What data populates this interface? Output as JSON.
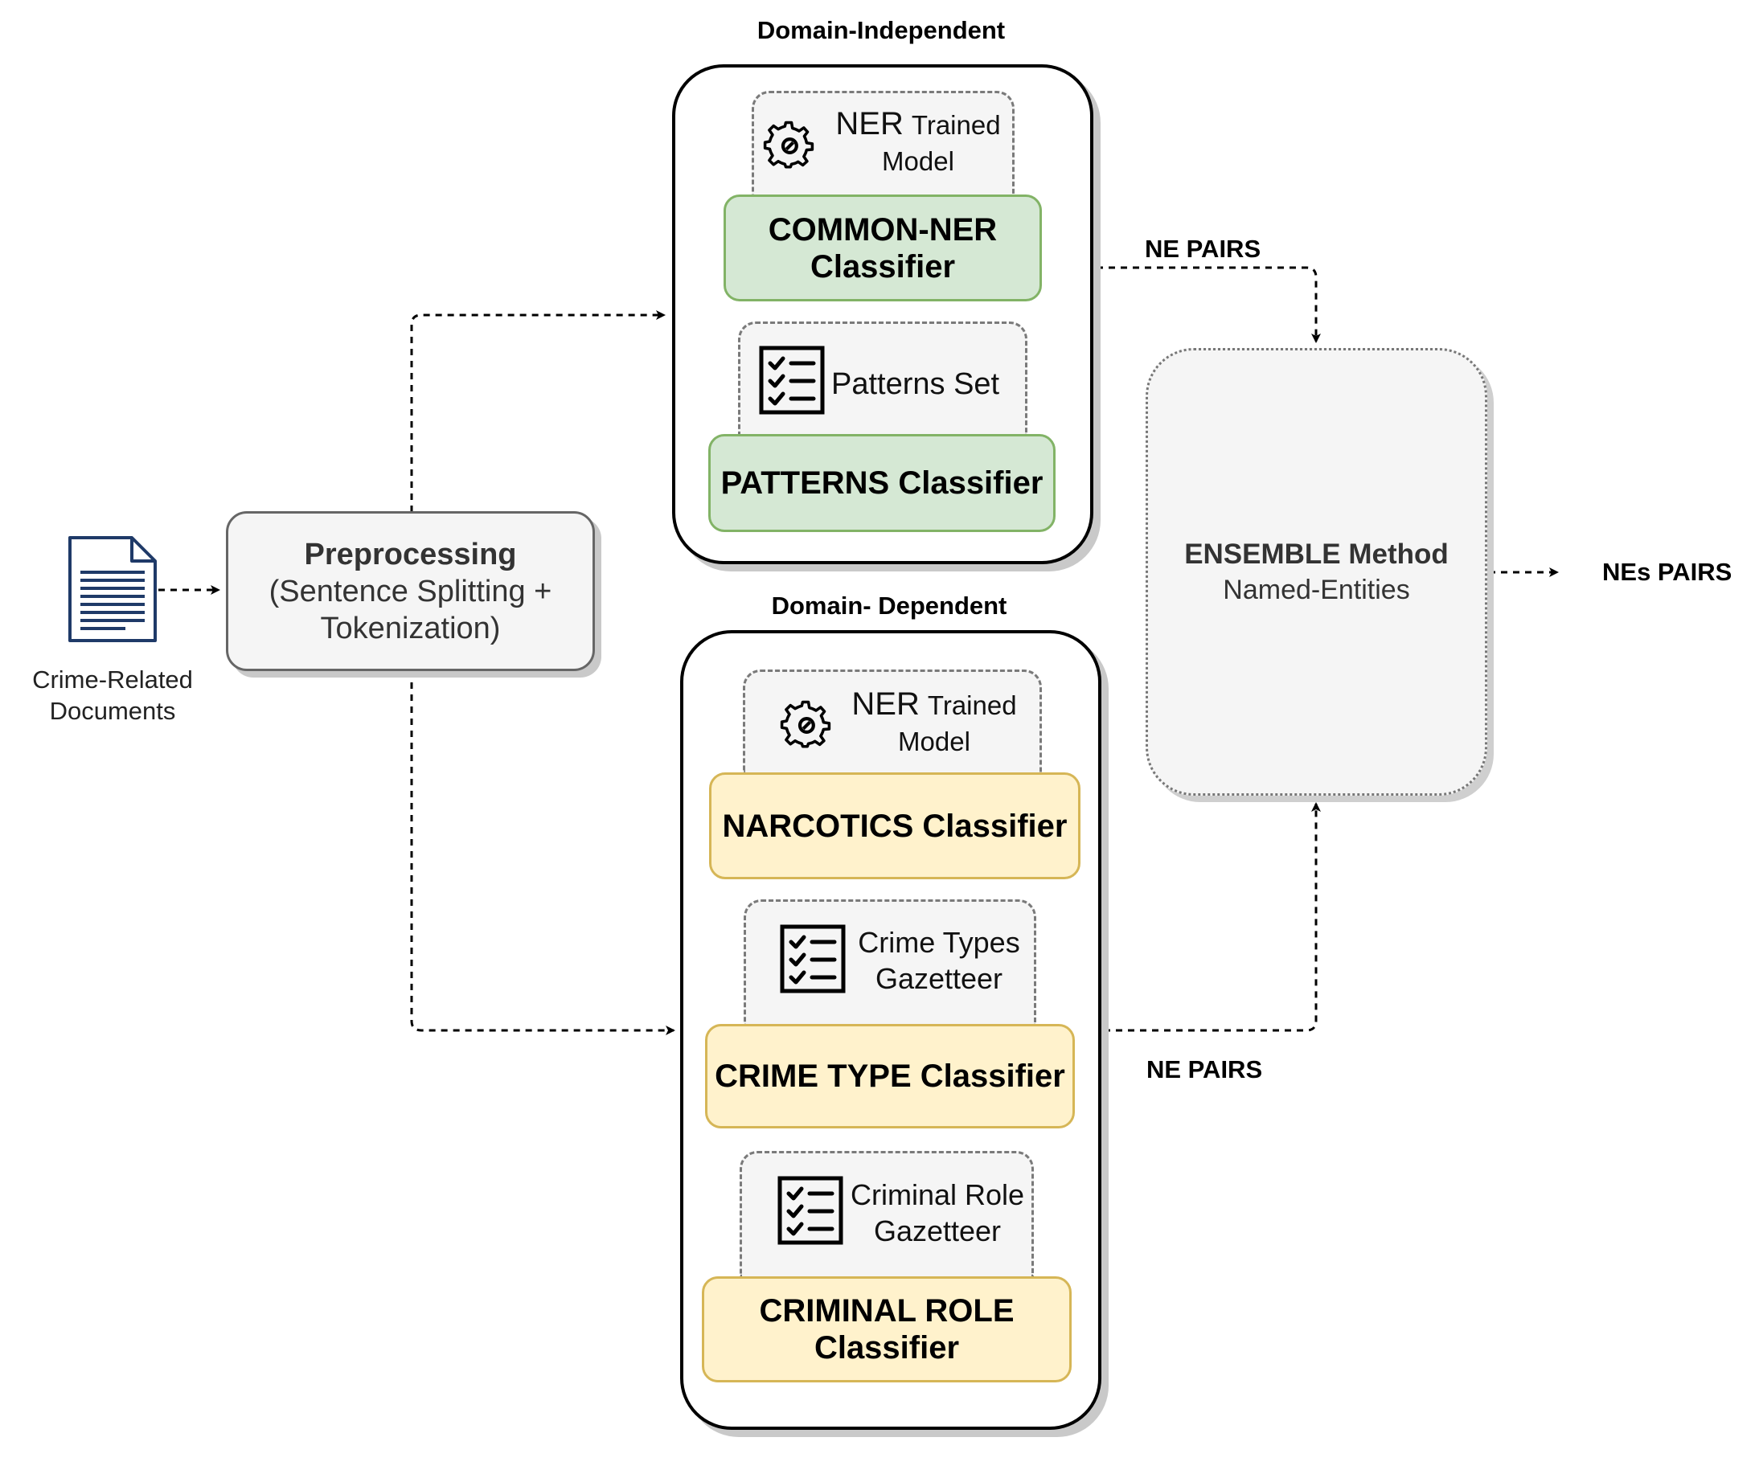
{
  "input": {
    "label_line1": "Crime-Related",
    "label_line2": "Documents",
    "icon": "document-icon"
  },
  "preprocessing": {
    "title": "Preprocessing",
    "line2": "(Sentence Splitting +",
    "line3": "Tokenization)"
  },
  "domain_independent": {
    "title": "Domain-Independent",
    "ner_model": {
      "ner": "NER",
      "trained": "Trained",
      "model": "Model",
      "icon": "gear-icon"
    },
    "common_ner": {
      "line1": "COMMON-NER",
      "line2": "Classifier"
    },
    "patterns_set": {
      "label": "Patterns Set",
      "icon": "checklist-icon"
    },
    "patterns_classifier": "PATTERNS Classifier"
  },
  "domain_dependent": {
    "title": "Domain- Dependent",
    "ner_model": {
      "ner": "NER",
      "trained": "Trained",
      "model": "Model",
      "icon": "gear-icon"
    },
    "narcotics_classifier": "NARCOTICS Classifier",
    "crime_types_gazetteer": {
      "line1": "Crime Types",
      "line2": "Gazetteer",
      "icon": "checklist-icon"
    },
    "crime_type_classifier": "CRIME TYPE Classifier",
    "criminal_role_gazetteer": {
      "line1": "Criminal Role",
      "line2": "Gazetteer",
      "icon": "checklist-icon"
    },
    "criminal_role_classifier": {
      "line1": "CRIMINAL ROLE",
      "line2": "Classifier"
    }
  },
  "ensemble": {
    "title": "ENSEMBLE Method",
    "subtitle": "Named-Entities"
  },
  "edges": {
    "top_label": "NE PAIRS",
    "bottom_label": "NE PAIRS",
    "output_label": "NEs PAIRS"
  },
  "colors": {
    "independent_fill": "#d5e8d4",
    "independent_stroke": "#82b366",
    "dependent_fill": "#fff2cc",
    "dependent_stroke": "#d6b656",
    "document_icon": "#1f3a68"
  }
}
